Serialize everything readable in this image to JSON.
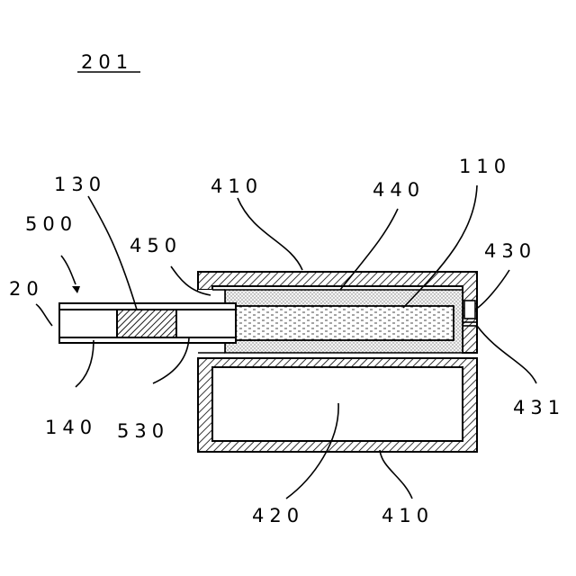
{
  "figure": {
    "number": "201"
  },
  "labels": {
    "l20": "20",
    "l500": "500",
    "l130": "130",
    "l140": "140",
    "l530": "530",
    "l450": "450",
    "l410_top": "410",
    "l440": "440",
    "l110": "110",
    "l430": "430",
    "l431": "431",
    "l420": "420",
    "l410_bottom": "410"
  },
  "colors": {
    "line": "#000000",
    "background": "#ffffff",
    "dot_fill": "#f2f2f2"
  }
}
